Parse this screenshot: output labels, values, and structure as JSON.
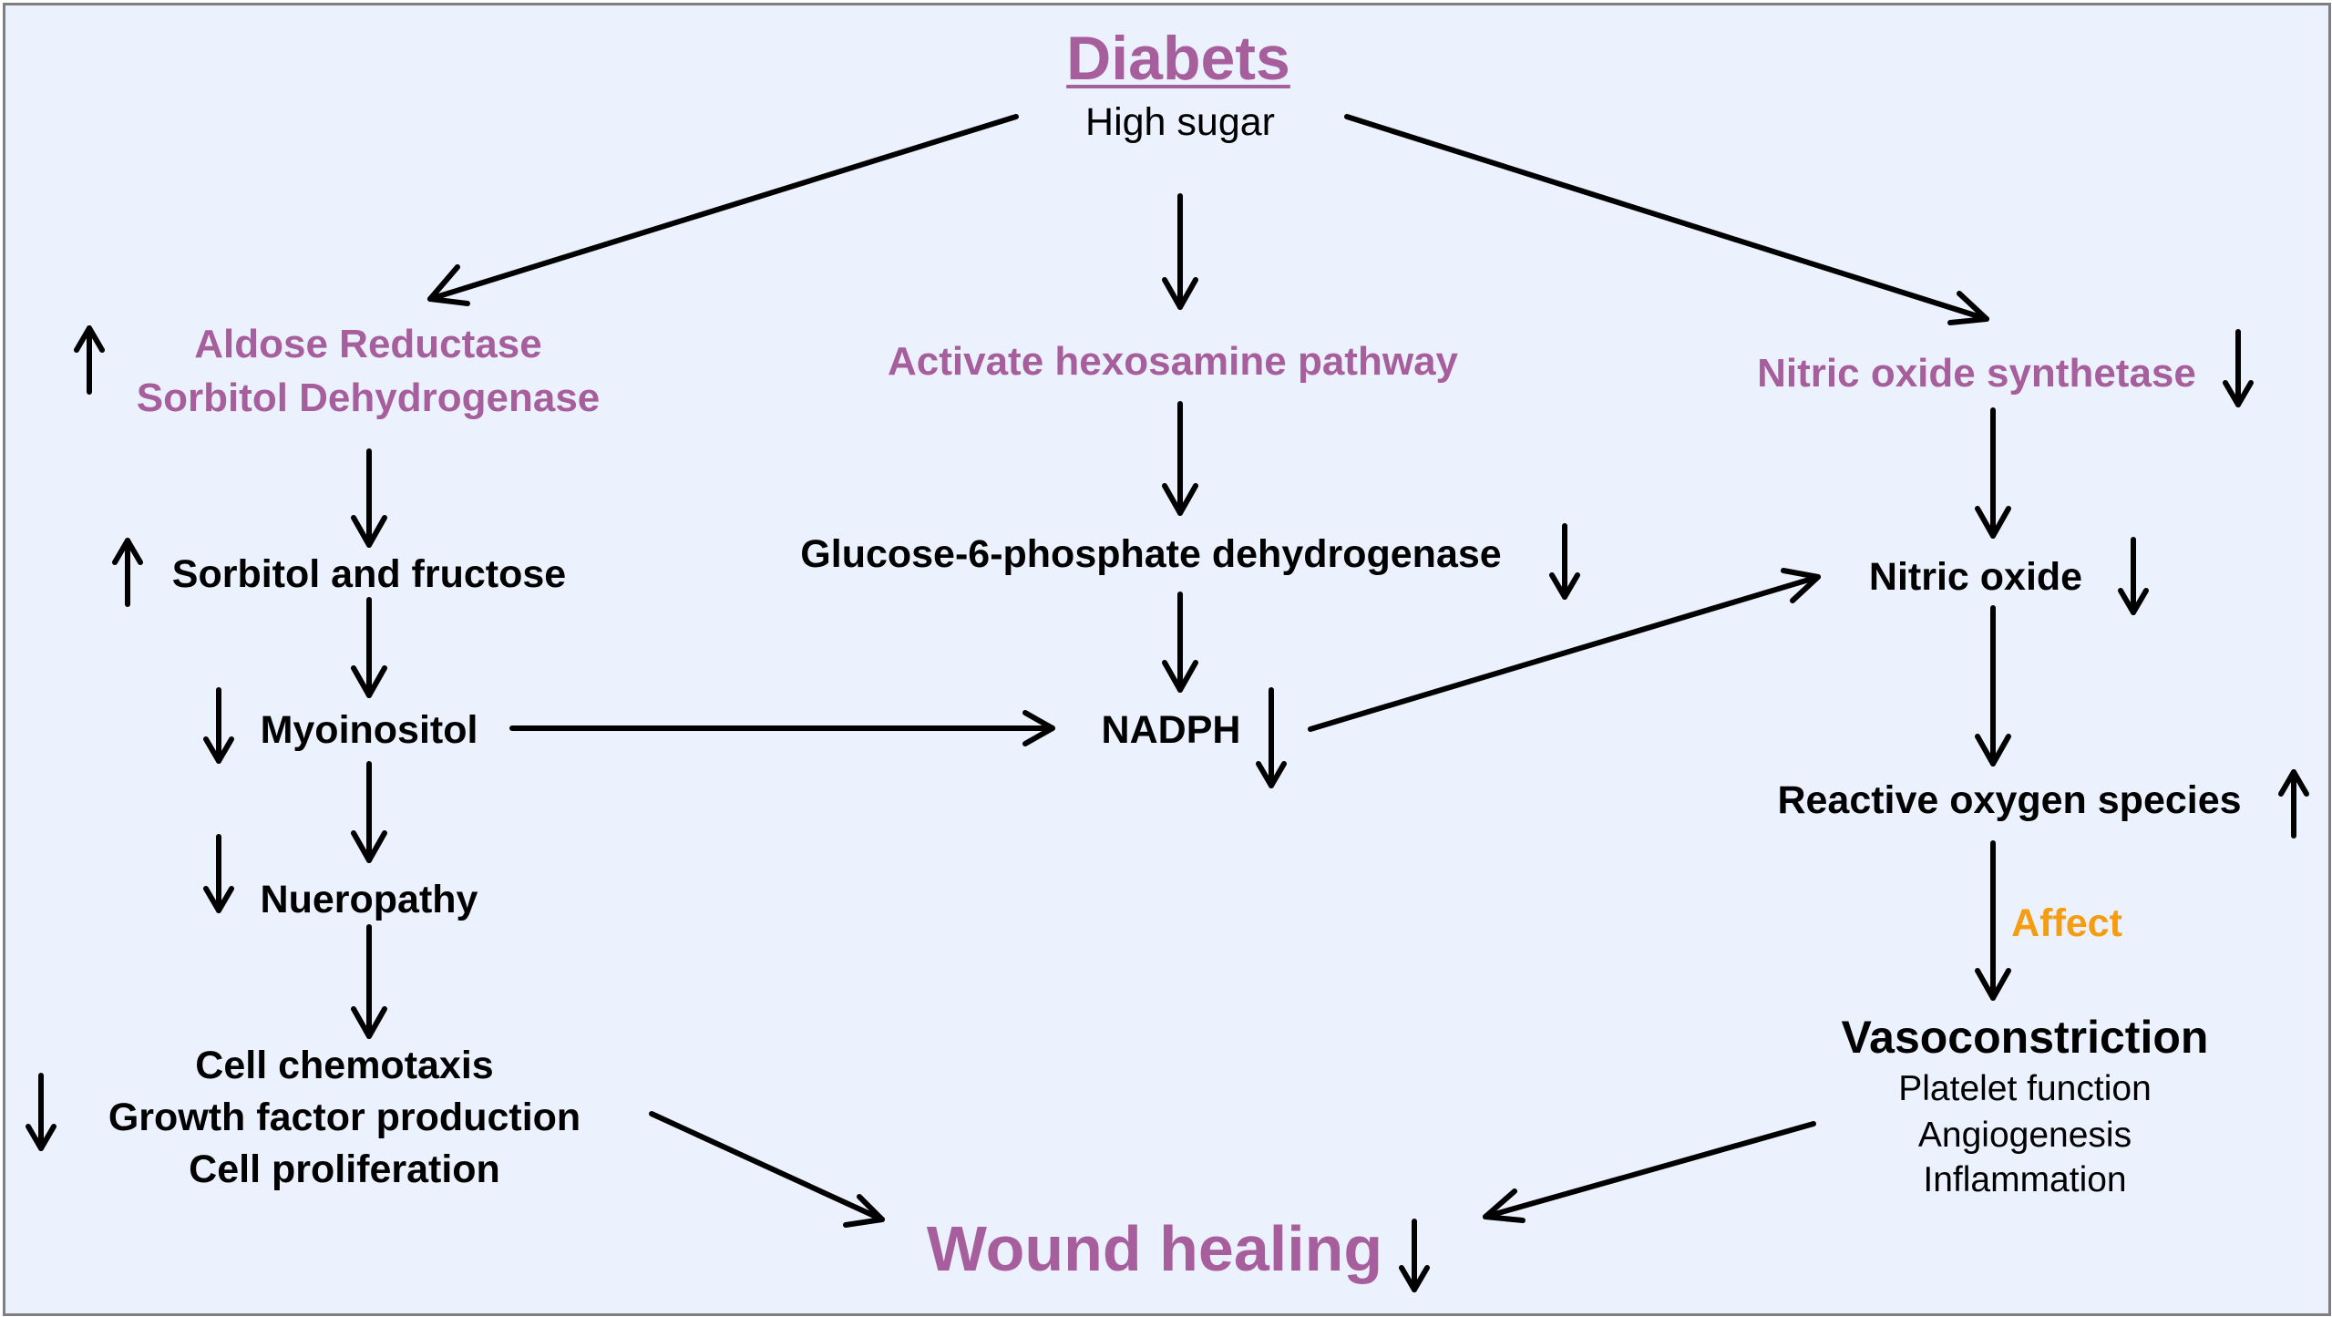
{
  "colors": {
    "background": "#ebf2fd",
    "border": "#7f7f7f",
    "highlight_text": "#a65f9c",
    "affect_label": "#f59c11",
    "body_text": "#000000"
  },
  "title": "Diabets",
  "subtitle": "High sugar",
  "nodes": {
    "aldose_reductase": "Aldose Reductase",
    "sorbitol_dehydrogenase": "Sorbitol Dehydrogenase",
    "hexosamine": "Activate hexosamine pathway",
    "nos": "Nitric oxide synthetase",
    "sorbitol_fructose": "Sorbitol and fructose",
    "g6pd": "Glucose-6-phosphate dehydrogenase",
    "nitric_oxide": "Nitric oxide",
    "myoinositol": "Myoinositol",
    "nadph": "NADPH",
    "ros": "Reactive oxygen species",
    "nueropathy": "Nueropathy",
    "affect": "Affect",
    "cell_chemotaxis": "Cell chemotaxis",
    "growth_factor": "Growth factor production",
    "cell_proliferation": "Cell proliferation",
    "vasoconstriction": "Vasoconstriction",
    "platelet_function": "Platelet function",
    "angiogenesis": "Angiogenesis",
    "inflammation": "Inflammation",
    "wound_healing": "Wound healing"
  },
  "indicators": {
    "aldose_sorbitol_dehydrogenase": "up",
    "nos": "down",
    "sorbitol_fructose": "up",
    "g6pd": "down",
    "nitric_oxide": "down",
    "myoinositol": "down",
    "nadph": "down",
    "ros": "up",
    "nueropathy": "down",
    "cell_functions": "down",
    "wound_healing": "down"
  }
}
